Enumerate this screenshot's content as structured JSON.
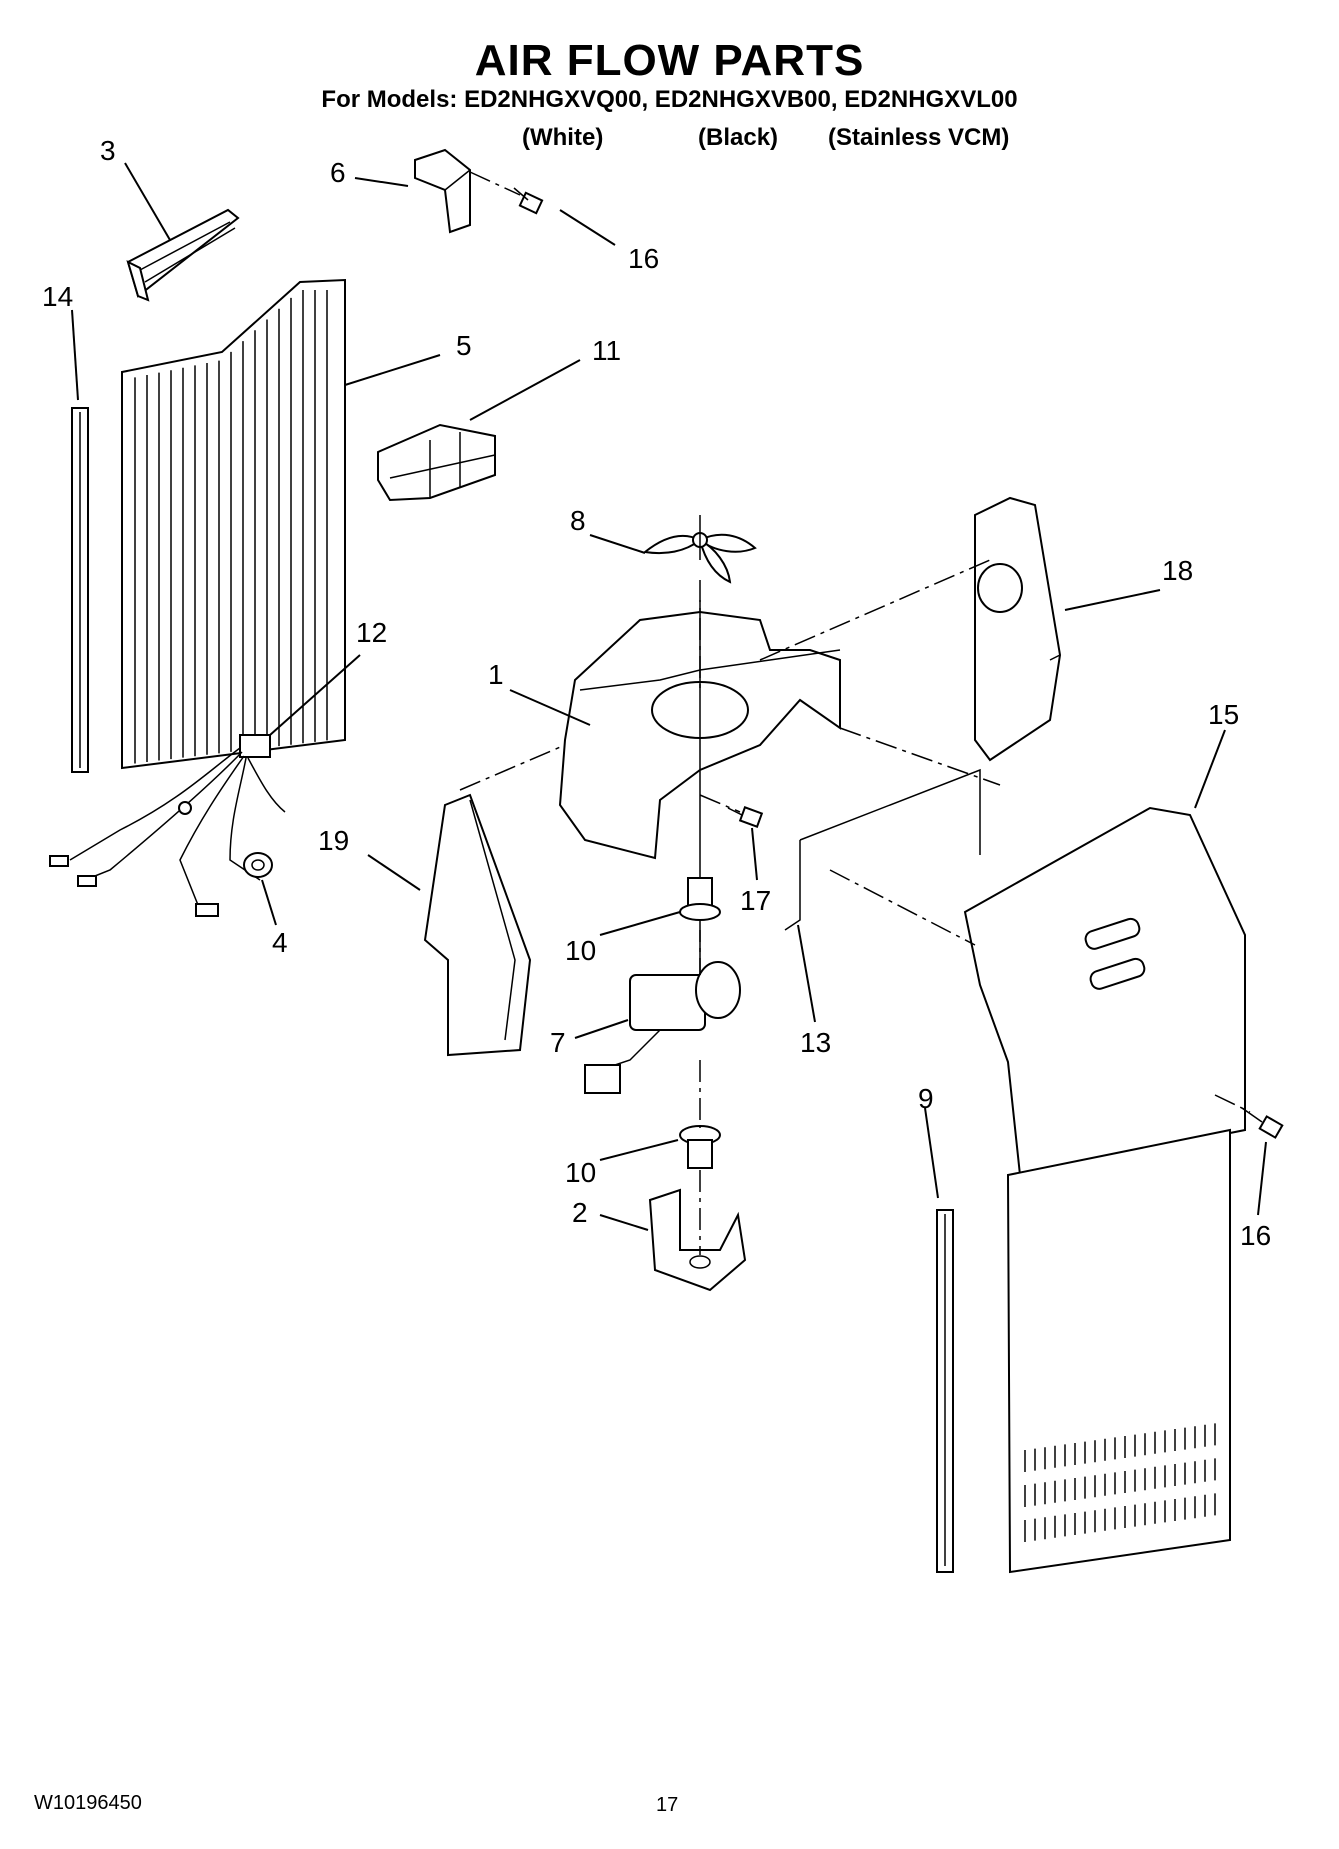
{
  "header": {
    "title": "AIR FLOW PARTS",
    "models_line": "For Models: ED2NHGXVQ00, ED2NHGXVB00, ED2NHGXVL00",
    "variants": [
      "(White)",
      "(Black)",
      "(Stainless VCM)"
    ]
  },
  "footer": {
    "doc_number": "W10196450",
    "page_number": "17"
  },
  "callouts": {
    "c3": "3",
    "c6": "6",
    "c16a": "16",
    "c14": "14",
    "c5": "5",
    "c11": "11",
    "c8": "8",
    "c18": "18",
    "c12": "12",
    "c1": "1",
    "c15": "15",
    "c19": "19",
    "c4": "4",
    "c17": "17",
    "c10a": "10",
    "c7": "7",
    "c13": "13",
    "c9": "9",
    "c10b": "10",
    "c2": "2",
    "c16b": "16"
  }
}
